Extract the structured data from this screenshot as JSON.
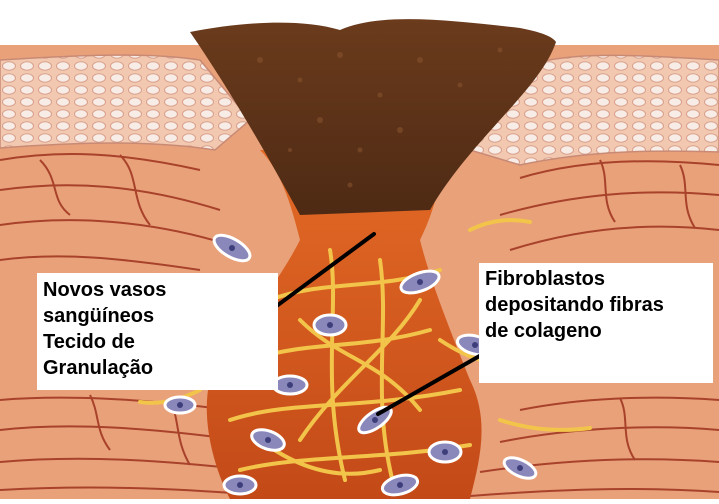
{
  "labels": {
    "left": {
      "lines": [
        "Novos vasos",
        "sangüíneos",
        "Tecido de",
        "Granulação"
      ]
    },
    "right": {
      "lines": [
        "Fibroblastos",
        "depositando fibras",
        "de colageno"
      ]
    }
  },
  "colors": {
    "scab": "#5e3318",
    "granulation": "#d5571c",
    "dermis": "#e9a17a",
    "dermis_lines": "#a8422a",
    "epidermis": "#f2c9b0",
    "epidermis_cells": "#f7ece6",
    "collagen": "#f2c44a",
    "fibroblast": "#8a87bb",
    "pointer": "#000000"
  }
}
